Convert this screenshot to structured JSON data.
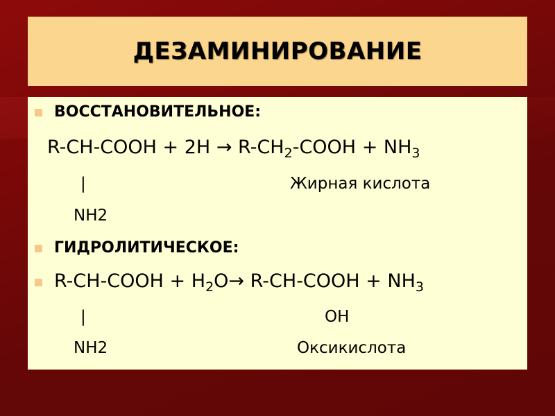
{
  "title": "ДЕЗАМИНИРОВАНИЕ",
  "reductive": {
    "heading": "ВОССТАНОВИТЕЛЬНОЕ:",
    "eq_left": "R-CH-COOH + 2H ",
    "arrow": "→",
    "eq_right_a": " R-CH",
    "eq_sub1": "2",
    "eq_right_b": "-COOH + NH",
    "eq_sub2": "3",
    "bond": "|",
    "product_label": "Жирная кислота",
    "amino": "NH2"
  },
  "hydrolytic": {
    "heading": "ГИДРОЛИТИЧЕСКОЕ:",
    "eq_left_a": "R-CH-COOH + H",
    "eq_sub1": "2",
    "eq_left_b": "O",
    "arrow": "→",
    "eq_right": " R-CH-COOH + NH",
    "eq_sub2": "3",
    "bond": "|",
    "oh": "OH",
    "amino": "NH2",
    "product_label": "Оксикислота"
  },
  "colors": {
    "background": "#6e0808",
    "title_box": "#fbd68f",
    "content_box": "#ffffd6",
    "bullet": "#f6c98a"
  }
}
